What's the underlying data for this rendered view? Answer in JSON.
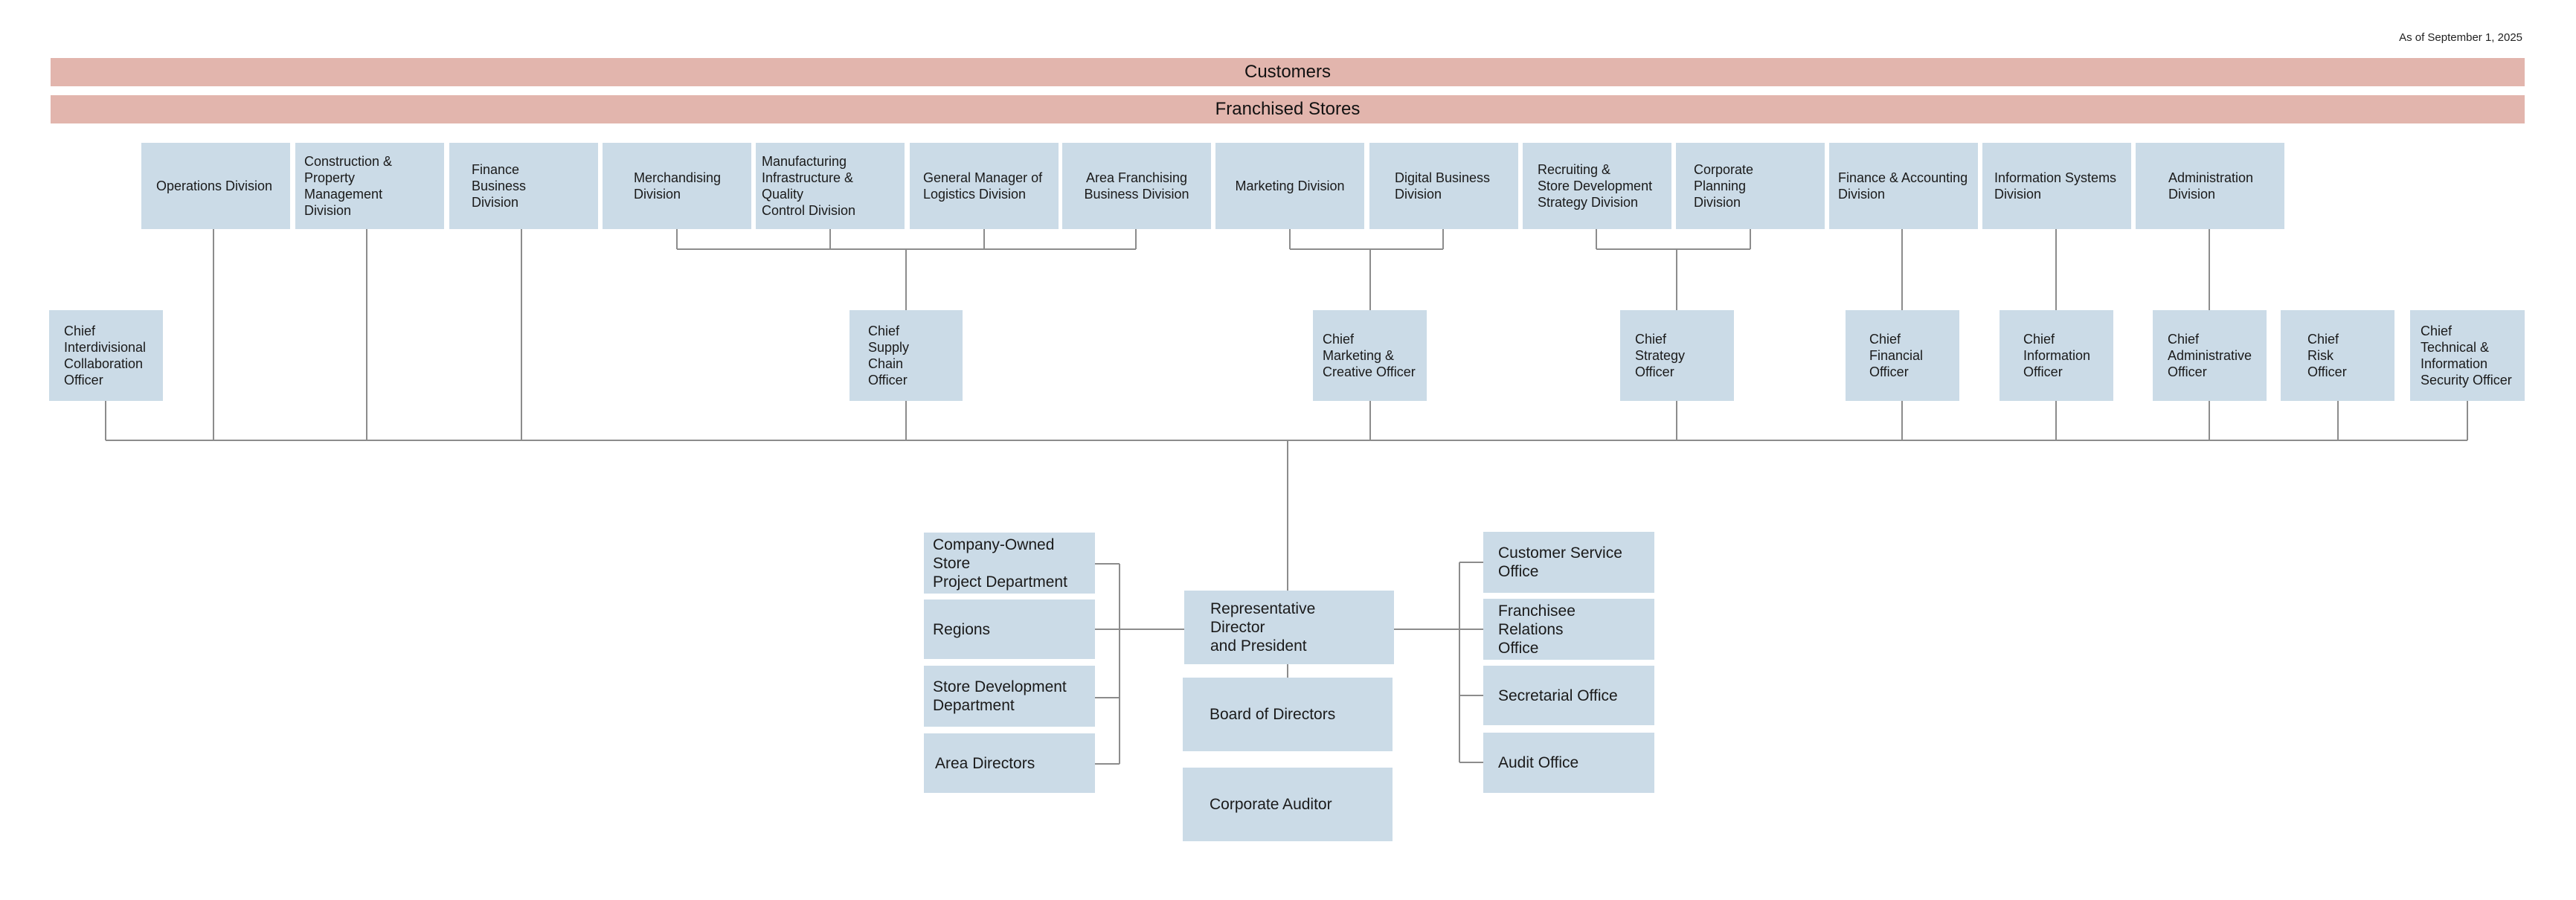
{
  "date_note": "As of September 1, 2025",
  "bands": {
    "customers": "Customers",
    "franchised_stores": "Franchised Stores"
  },
  "divisions": [
    "Operations Division",
    "Construction &\nProperty Management\nDivision",
    "Finance Business\nDivision",
    "Merchandising\nDivision",
    "Manufacturing\nInfrastructure & Quality\nControl Division",
    "General Manager of\nLogistics Division",
    "Area Franchising\nBusiness Division",
    "Marketing Division",
    "Digital Business\nDivision",
    "Recruiting &\nStore Development\nStrategy Division",
    "Corporate Planning\nDivision",
    "Finance & Accounting\nDivision",
    "Information Systems\nDivision",
    "Administration\nDivision"
  ],
  "officers": [
    "Chief\nInterdivisional\nCollaboration\nOfficer",
    "Chief Supply\nChain Officer",
    "Chief\nMarketing &\nCreative Officer",
    "Chief Strategy\nOfficer",
    "Chief\nFinancial\nOfficer",
    "Chief\nInformation\nOfficer",
    "Chief\nAdministrative\nOfficer",
    "Chief Risk\nOfficer",
    "Chief\nTechnical &\nInformation\nSecurity Officer"
  ],
  "left_units": [
    "Company-Owned Store\nProject Department",
    "Regions",
    "Store Development\nDepartment",
    "Area Directors"
  ],
  "right_units": [
    "Customer Service\nOffice",
    "Franchisee Relations\nOffice",
    "Secretarial Office",
    "Audit Office"
  ],
  "center": {
    "president": "Representative Director\nand President",
    "board": "Board of Directors",
    "auditor": "Corporate Auditor"
  },
  "colors": {
    "band": "#e2b5ad",
    "box": "#cbdbe7",
    "line": "#8c8c8c"
  }
}
